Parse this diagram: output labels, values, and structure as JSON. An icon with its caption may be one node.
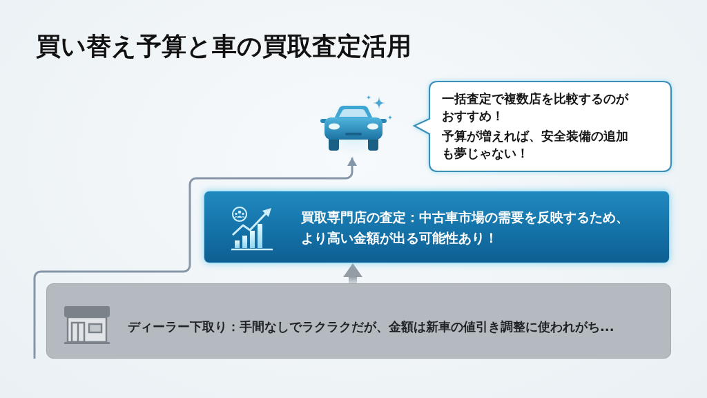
{
  "diagram": {
    "title": "買い替え予算と車の買取査定活用",
    "nodes": [
      {
        "text": [],
        "shape": "picture"
      },
      {
        "text": [
          "一括査定で複数店を比較するのがおすすめ！",
          "予算が増えれば、安全装備の追加も夢じゃない！"
        ]
      },
      {
        "text": [
          "買取専門店の査定：中古車市場の需要を反映するため、より高い金額が出る可能性あり！"
        ]
      },
      {
        "text": [
          "ディーラー下取り：手間なしでラクラクだが、金額は新車の値引き調整に使われがち..."
        ]
      }
    ],
    "edges": [
      {
        "from": 3,
        "to": 2,
        "arrow": "to",
        "style": "thick",
        "color": "#949ca4"
      },
      {
        "from": null,
        "to": 0,
        "arrow": "to",
        "color": "#8496a8"
      }
    ]
  }
}
